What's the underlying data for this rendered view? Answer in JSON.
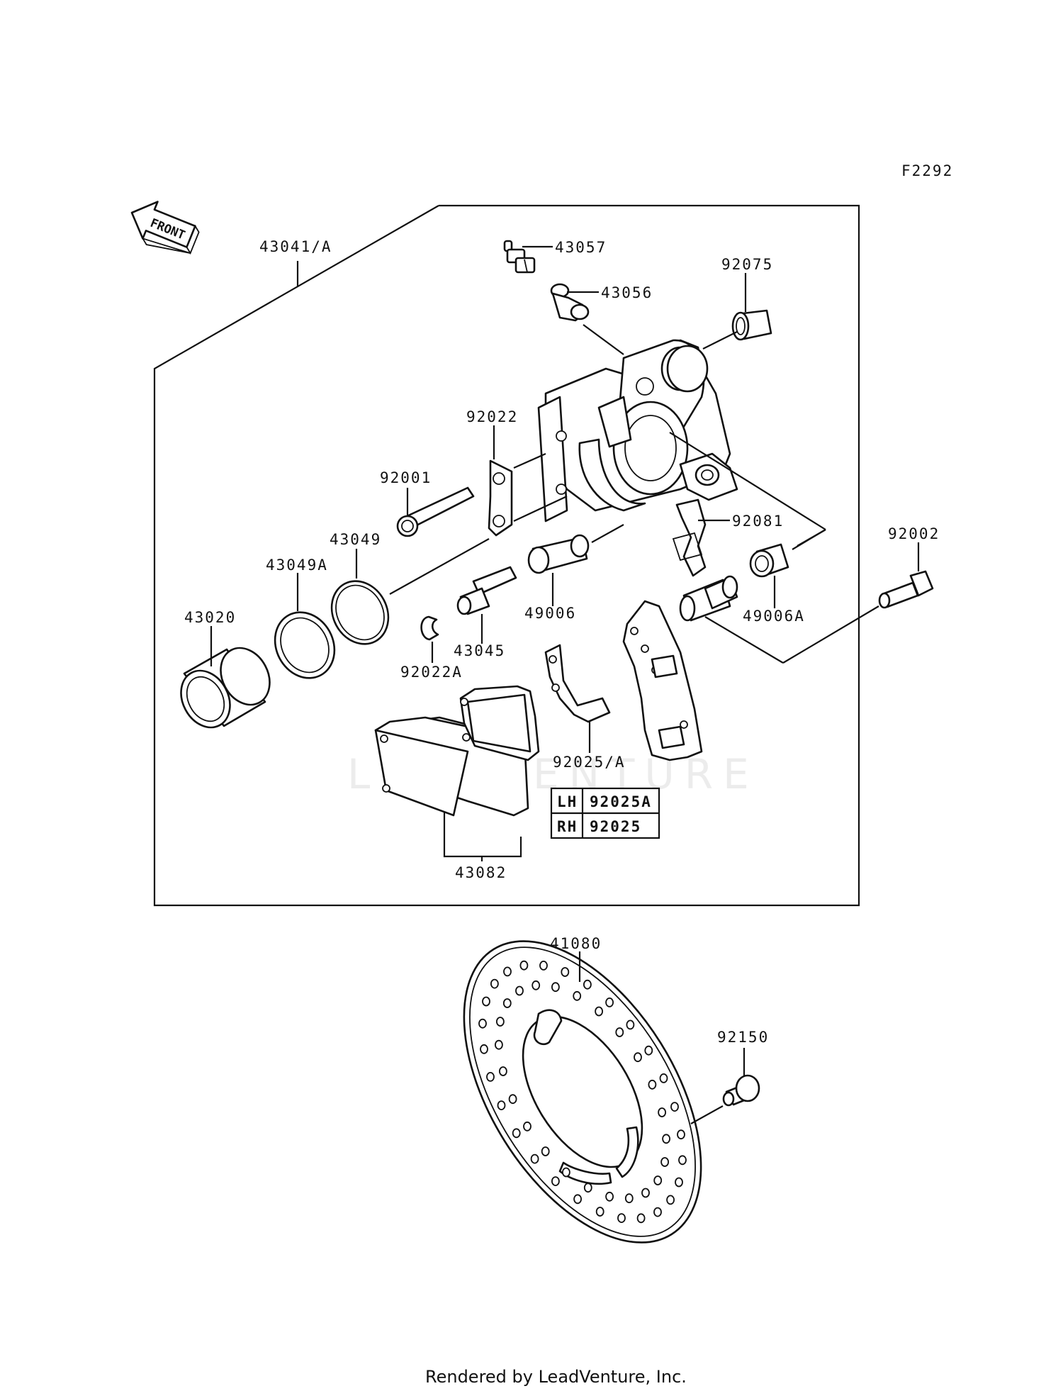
{
  "diagram_code": "F2292",
  "front_arrow_label": "FRONT",
  "watermark": "LEADVENTURE",
  "footer": "Rendered by LeadVenture, Inc.",
  "callouts": {
    "p43041": "43041/A",
    "p43057": "43057",
    "p43056": "43056",
    "p92075": "92075",
    "p92022": "92022",
    "p92001": "92001",
    "p43049": "43049",
    "p43049A": "43049A",
    "p43020": "43020",
    "p92081": "92081",
    "p92002": "92002",
    "p49006": "49006",
    "p49006A": "49006A",
    "p43045": "43045",
    "p92022A": "92022A",
    "p92025": "92025/A",
    "p43082": "43082",
    "p41080": "41080",
    "p92150": "92150"
  },
  "side_table": {
    "rows": [
      {
        "side": "LH",
        "part": "92025A"
      },
      {
        "side": "RH",
        "part": "92025"
      }
    ]
  }
}
